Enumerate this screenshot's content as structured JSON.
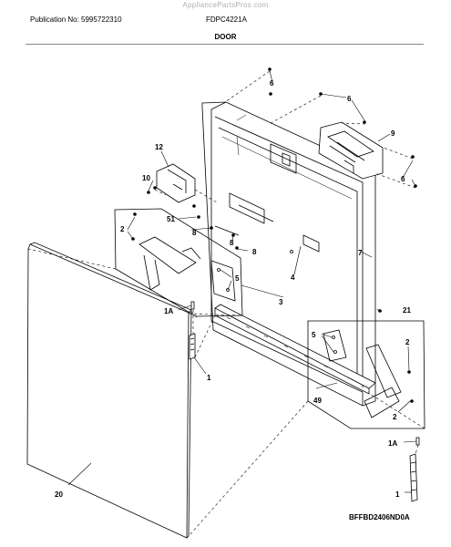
{
  "header": {
    "site": "AppliancePartsPros.com",
    "publication": "Publication No: 5995722310",
    "model": "FDPC4221A",
    "section_title": "DOOR"
  },
  "footer": {
    "diagram_code": "BFFBD2406ND0A"
  },
  "callouts": {
    "c6a": "6",
    "c6b": "6",
    "c6c": "6",
    "c9": "9",
    "c12": "12",
    "c10": "10",
    "c51": "51",
    "c2a": "2",
    "c8a": "8",
    "c8b": "8",
    "c8c": "8",
    "c7": "7",
    "c4": "4",
    "c5a": "5",
    "c3": "3",
    "c21": "21",
    "c1Aa": "1A",
    "c5b": "5",
    "c2b": "2",
    "c2c": "2",
    "c1a": "1",
    "c49": "49",
    "c20": "20",
    "c1Ab": "1A",
    "c1b": "1"
  }
}
